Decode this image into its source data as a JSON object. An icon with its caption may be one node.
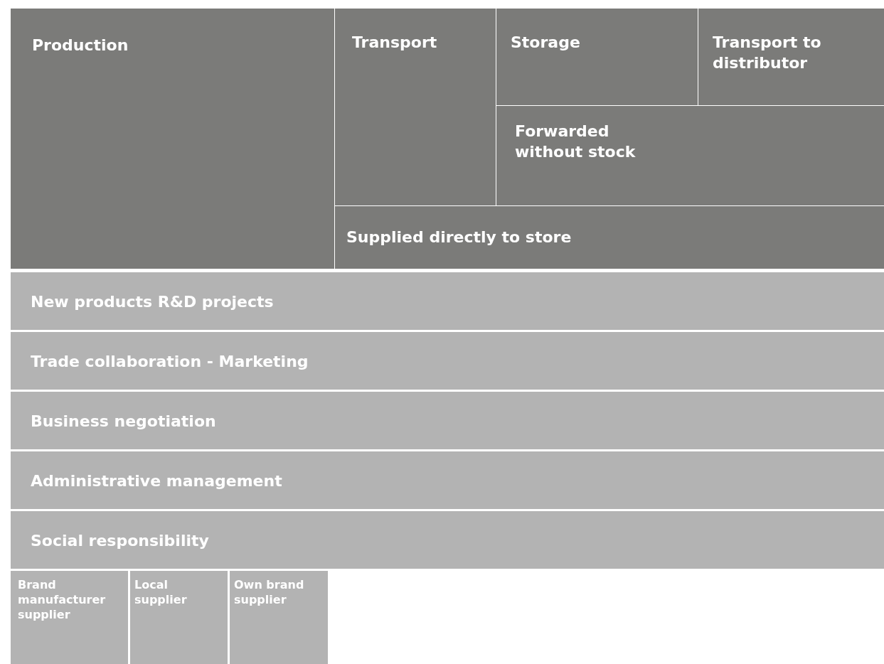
{
  "diagram": {
    "nodes": [
      {
        "text": [
          "Production"
        ]
      },
      {
        "text": [
          "Transport"
        ]
      },
      {
        "text": [
          "Storage"
        ]
      },
      {
        "text": [
          "Transport to distributor"
        ]
      },
      {
        "text": [
          "Forwarded without stock"
        ]
      },
      {
        "text": [
          "Supplied directly to store"
        ]
      },
      {
        "text": [
          "New products R&D projects"
        ]
      },
      {
        "text": [
          "Trade collaboration - Marketing"
        ]
      },
      {
        "text": [
          "Business negotiation"
        ]
      },
      {
        "text": [
          "Administrative management"
        ]
      },
      {
        "text": [
          "Social responsibility"
        ]
      },
      {
        "text": [
          "Brand manufacturer supplier"
        ]
      },
      {
        "text": [
          "Local supplier"
        ]
      },
      {
        "text": [
          "Own brand supplier"
        ]
      }
    ]
  }
}
